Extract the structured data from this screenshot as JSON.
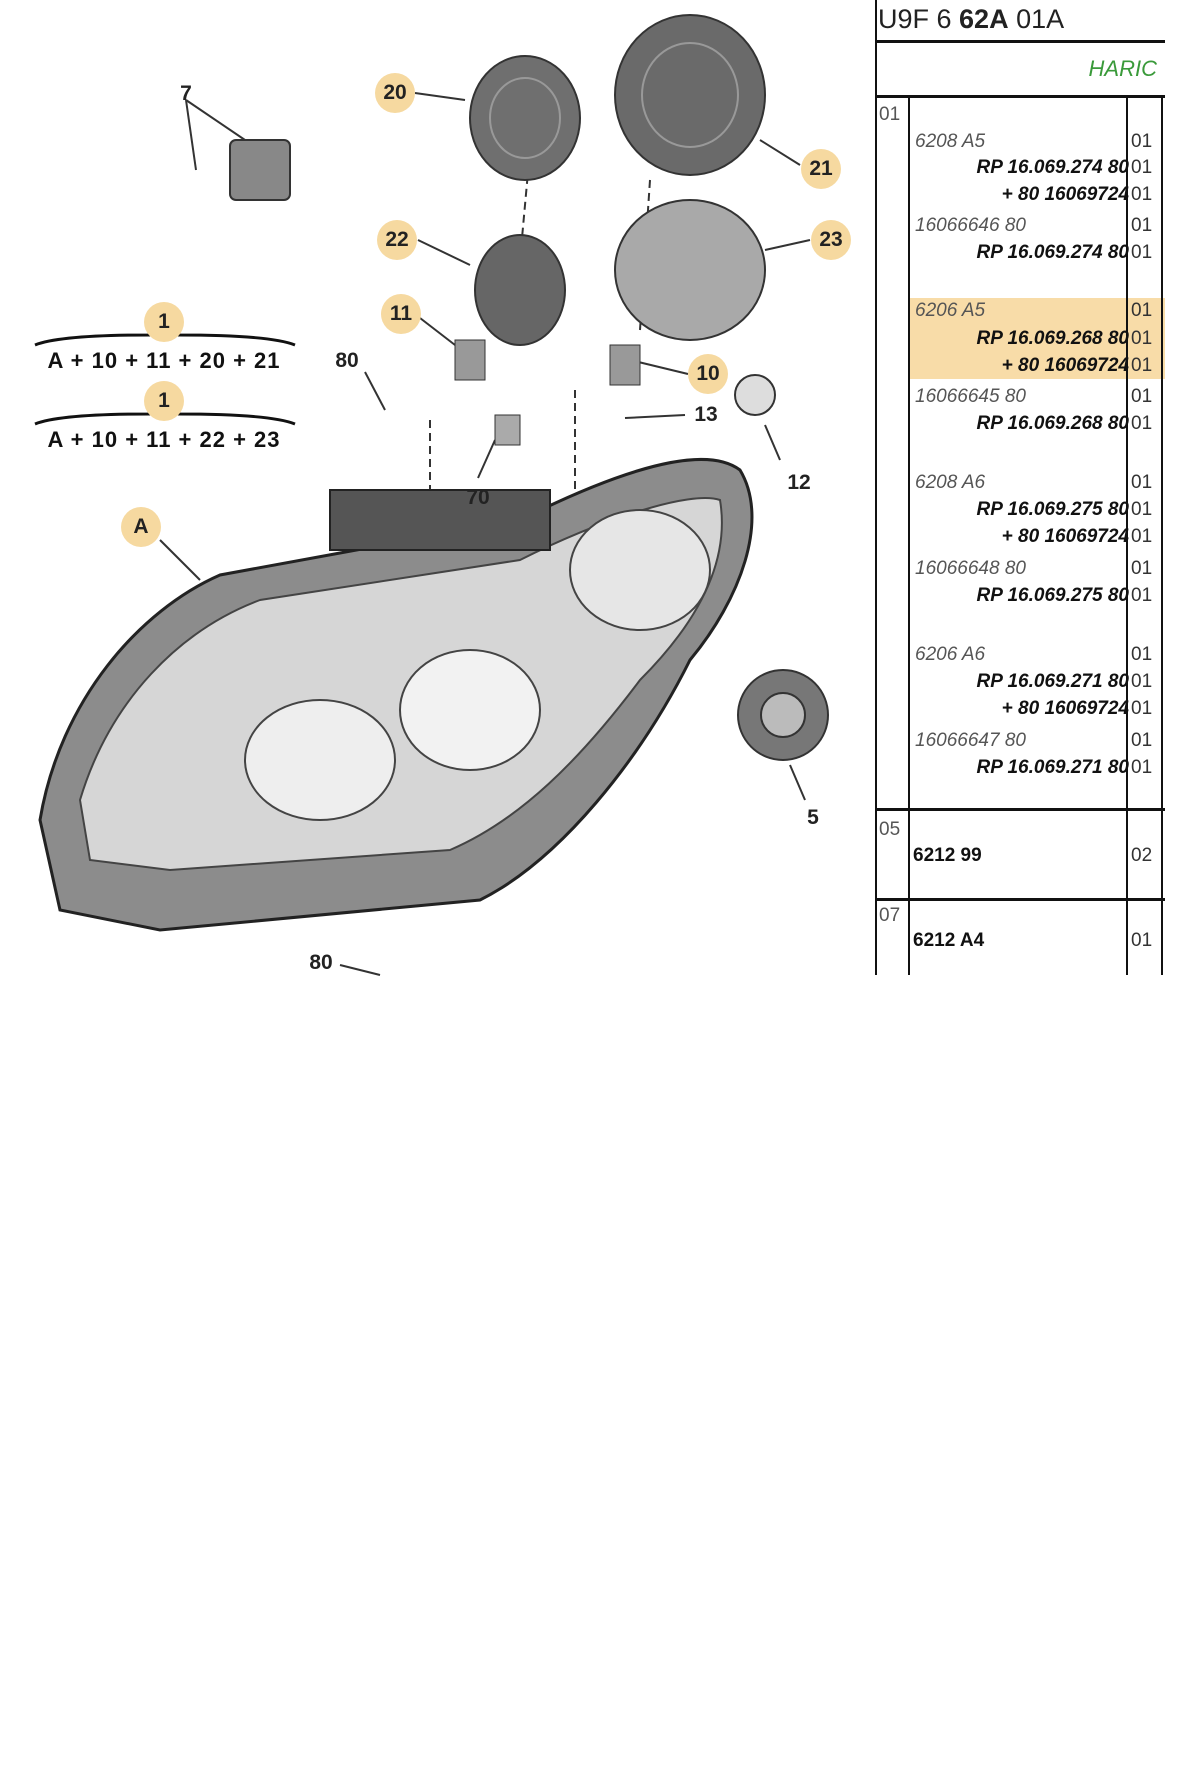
{
  "header": {
    "prefix": "U9F 6 ",
    "bold": "62A",
    "suffix": " 01A",
    "subtitle": "HARIC"
  },
  "diagram": {
    "callouts": {
      "c7": "7",
      "c20": "20",
      "c21": "21",
      "c22": "22",
      "c23": "23",
      "c11": "11",
      "c1a": "1",
      "c1b": "1",
      "c80a": "80",
      "c10": "10",
      "c13": "13",
      "c70": "70",
      "c12": "12",
      "cA": "A",
      "c5": "5",
      "c80b": "80"
    },
    "formula1": "A + 10 + 11 + 20 + 21",
    "formula2": "A + 10 + 11 + 22 + 23",
    "highlight_color": "#f6d9a0"
  },
  "table": {
    "groups": [
      {
        "id": "01",
        "rows": [
          {
            "text": "6208 A5",
            "qty": "01"
          },
          {
            "text": "RP 16.069.274 80",
            "qty": "01"
          },
          {
            "text": "+ 80 16069724",
            "qty": "01"
          },
          {
            "text": "16066646 80",
            "qty": "01"
          },
          {
            "text": "RP 16.069.274 80",
            "qty": "01"
          },
          {
            "text": "6206 A5",
            "qty": "01"
          },
          {
            "text": "RP 16.069.268 80",
            "qty": "01"
          },
          {
            "text": "+ 80 16069724",
            "qty": "01"
          },
          {
            "text": "16066645 80",
            "qty": "01"
          },
          {
            "text": "RP 16.069.268 80",
            "qty": "01"
          },
          {
            "text": "6208 A6",
            "qty": "01"
          },
          {
            "text": "RP 16.069.275 80",
            "qty": "01"
          },
          {
            "text": "+ 80 16069724",
            "qty": "01"
          },
          {
            "text": "16066648 80",
            "qty": "01"
          },
          {
            "text": "RP 16.069.275 80",
            "qty": "01"
          },
          {
            "text": "6206 A6",
            "qty": "01"
          },
          {
            "text": "RP 16.069.271 80",
            "qty": "01"
          },
          {
            "text": "+ 80 16069724",
            "qty": "01"
          },
          {
            "text": "16066647 80",
            "qty": "01"
          },
          {
            "text": "RP 16.069.271 80",
            "qty": "01"
          }
        ]
      },
      {
        "id": "05",
        "rows": [
          {
            "text": "6212 99",
            "qty": "02"
          }
        ]
      },
      {
        "id": "07",
        "rows": [
          {
            "text": "6212 A4",
            "qty": "01"
          }
        ]
      }
    ],
    "highlight_color": "#f8dca8"
  }
}
